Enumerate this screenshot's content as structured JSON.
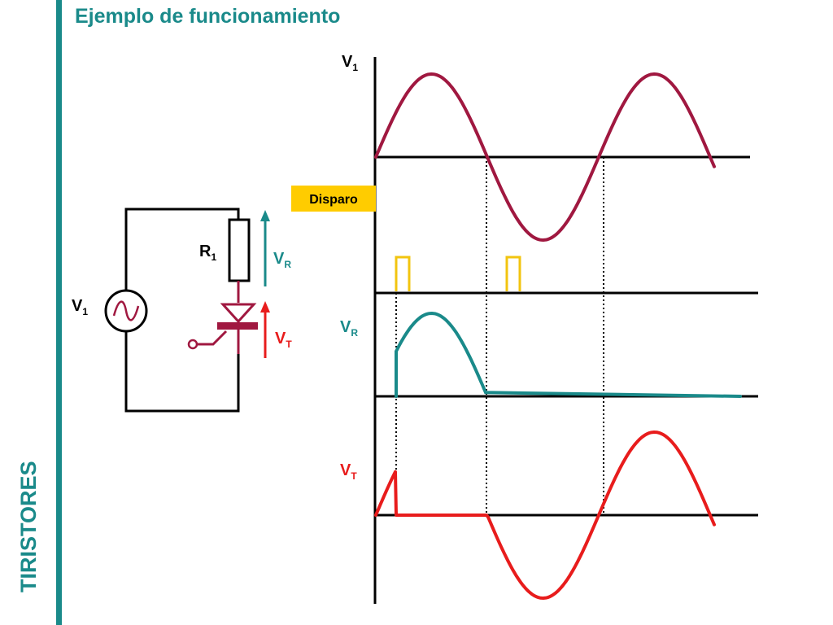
{
  "title": "Ejemplo de funcionamiento",
  "side_label": "TIRISTORES",
  "colors": {
    "accent": "#1a8a8a",
    "v1_wave": "#a01840",
    "vr_wave": "#1a8a8a",
    "vt_wave": "#e81c1c",
    "pulse": "#f2c40f",
    "disparo_bg": "#ffcc00"
  },
  "circuit": {
    "source": {
      "label": "V",
      "sub": "1",
      "icon": "ac-source-icon"
    },
    "resistor": {
      "label": "R",
      "sub": "1"
    },
    "vr_arrow": {
      "label": "V",
      "sub": "R"
    },
    "vt_arrow": {
      "label": "V",
      "sub": "T"
    },
    "thyristor": {
      "icon": "thyristor-icon"
    }
  },
  "waveforms": {
    "v1": {
      "label": "V",
      "sub": "1"
    },
    "disparo": {
      "label": "Disparo"
    },
    "vr": {
      "label": "V",
      "sub": "R"
    },
    "vt": {
      "label": "V",
      "sub": "T"
    }
  }
}
